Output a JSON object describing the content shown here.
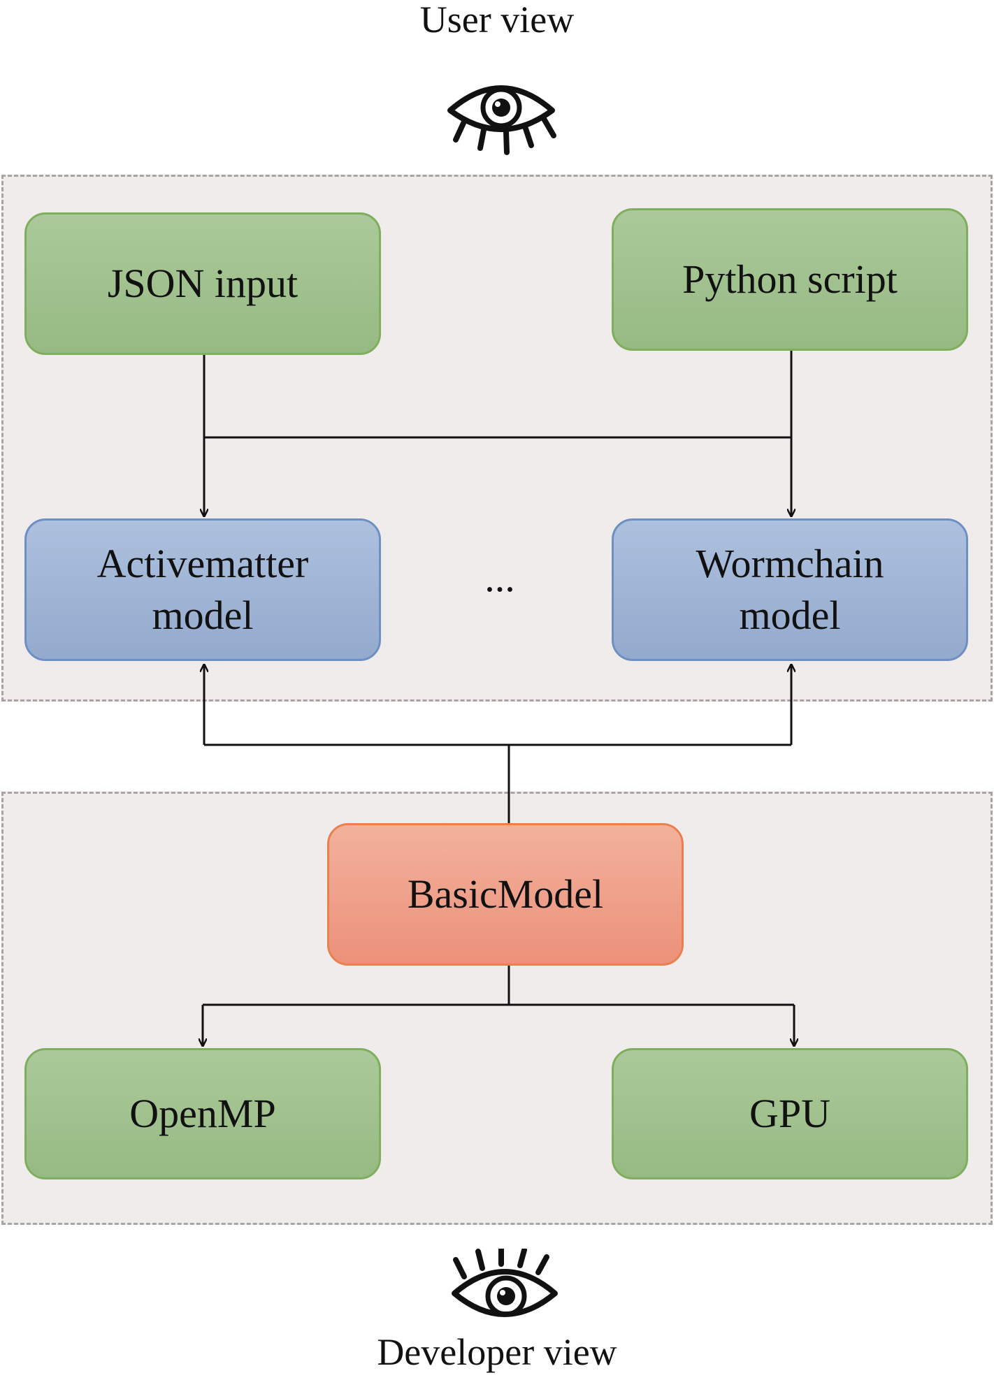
{
  "diagram": {
    "top_label": "User view",
    "bottom_label": "Developer view",
    "user_layer": {
      "inputs": [
        "JSON input",
        "Python script"
      ],
      "models": {
        "left": {
          "line1": "Activematter",
          "line2": "model"
        },
        "ellipsis": "...",
        "right": {
          "line1": "Wormchain",
          "line2": "model"
        }
      }
    },
    "developer_layer": {
      "core": "BasicModel",
      "backends": [
        "OpenMP",
        "GPU"
      ]
    },
    "colors": {
      "region_fill": "#f1ecec",
      "region_border": "#a9a3a2",
      "green_fill": "#a3c28f",
      "green_border": "#7fae5f",
      "blue_fill": "#a2b6d6",
      "blue_border": "#6e8fc3",
      "orange_fill": "#efa18a",
      "orange_border": "#e8814f"
    },
    "icons": [
      "eye-icon",
      "eye-icon"
    ]
  }
}
